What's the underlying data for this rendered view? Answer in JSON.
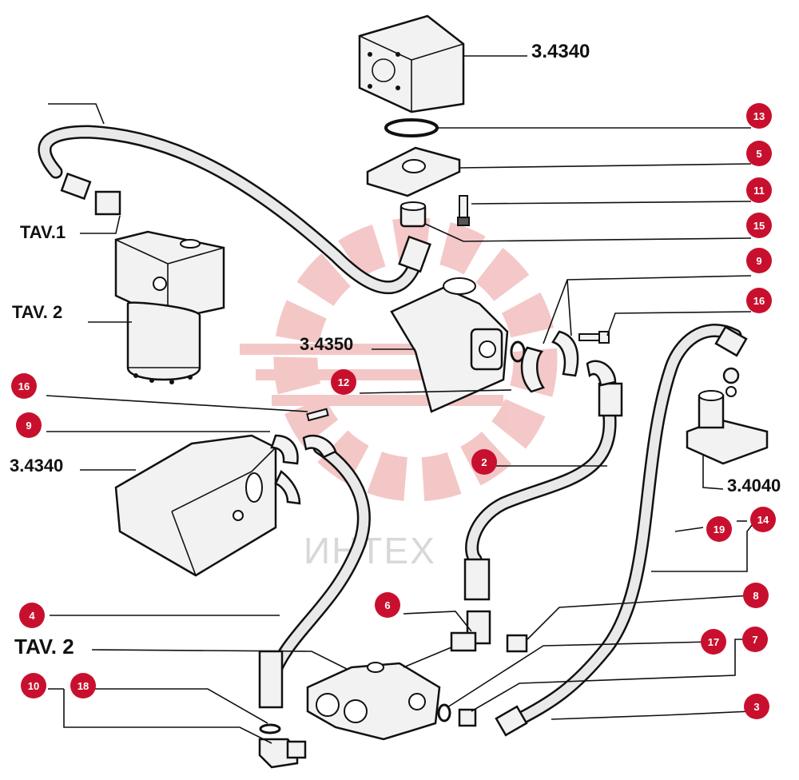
{
  "colors": {
    "badge": "#c8102e",
    "badge_text": "#ffffff",
    "watermark": "#e8a0a0",
    "ink": "#111111"
  },
  "watermark": {
    "text": "ИНТЕХ"
  },
  "references": {
    "valve_top": "3.4340",
    "valve_left": "3.4340",
    "pump": "3.4350",
    "cylinder": "3.4040",
    "tav1": "TAV.1",
    "tav2_top": "TAV. 2",
    "tav2_bottom": "TAV. 2"
  },
  "badges": {
    "b13": "13",
    "b5": "5",
    "b11": "11",
    "b15": "15",
    "b9r": "9",
    "b16r": "16",
    "b12": "12",
    "b16l": "16",
    "b9l": "9",
    "b2": "2",
    "b19": "19",
    "b14": "14",
    "b8": "8",
    "b4": "4",
    "b6": "6",
    "b17": "17",
    "b7": "7",
    "b10": "10",
    "b18": "18",
    "b3": "3"
  }
}
